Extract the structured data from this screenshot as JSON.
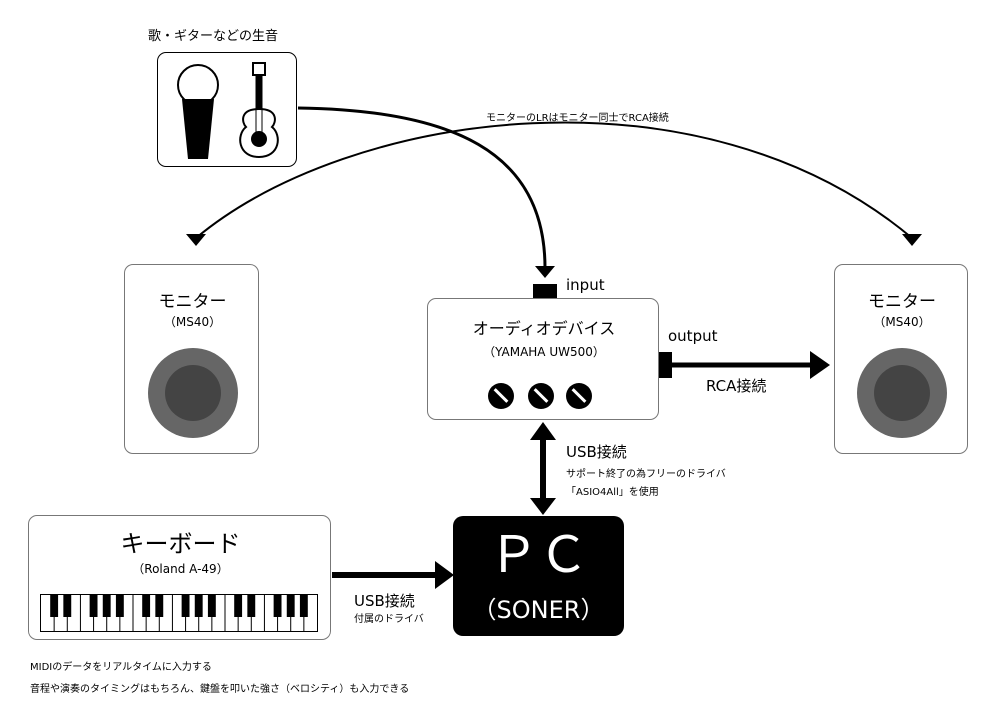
{
  "source_label": "歌・ギターなどの生音",
  "monitor_note": "モニターのLRはモニター同士でRCA接続",
  "monitor_left": {
    "title": "モニター",
    "model": "（MS40）"
  },
  "monitor_right": {
    "title": "モニター",
    "model": "（MS40）"
  },
  "audio_device": {
    "title": "オーディオデバイス",
    "model": "（YAMAHA UW500）",
    "input_label": "input",
    "output_label": "output"
  },
  "rca_label": "RCA接続",
  "usb_pc_audio": {
    "label": "USB接続",
    "note_line1": "サポート終了の為フリーのドライバ",
    "note_line2": "「ASIO4All」を使用"
  },
  "keyboard": {
    "title": "キーボード",
    "model": "（Roland A-49）"
  },
  "usb_keyboard": {
    "label": "USB接続",
    "note": "付属のドライバ"
  },
  "pc": {
    "title": "ＰＣ",
    "subtitle": "（SONER）"
  },
  "footnote_line1": "MIDIのデータをリアルタイムに入力する",
  "footnote_line2": "音程や演奏のタイミングはもちろん、鍵盤を叩いた強さ（ベロシティ）も入力できる",
  "colors": {
    "speaker_ring": "#666666",
    "speaker_cone": "#444444",
    "box_border": "#777777",
    "pc_bg": "#000000"
  }
}
